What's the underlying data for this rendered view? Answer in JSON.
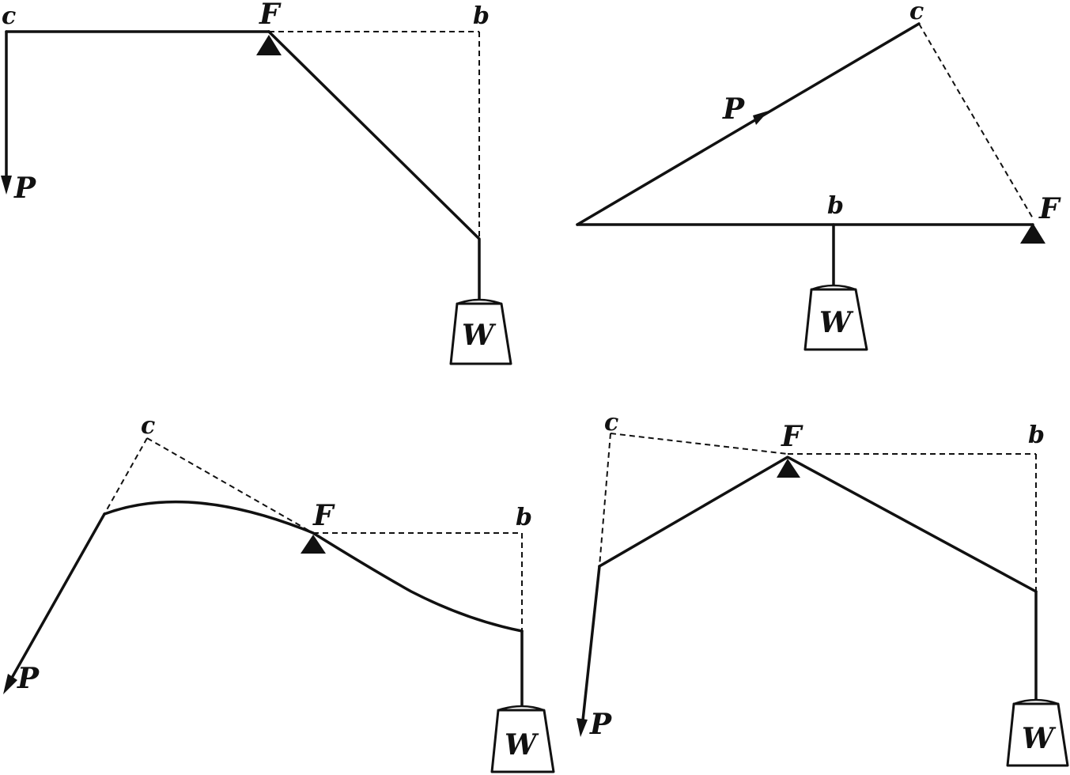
{
  "diagrams": [
    {
      "labels": {
        "c": "c",
        "F": "F",
        "b": "b",
        "P": "P",
        "W": "W"
      }
    },
    {
      "labels": {
        "c": "c",
        "F": "F",
        "b": "b",
        "P": "P",
        "W": "W"
      }
    },
    {
      "labels": {
        "c": "c",
        "F": "F",
        "b": "b",
        "P": "P",
        "W": "W"
      }
    },
    {
      "labels": {
        "c": "c",
        "F": "F",
        "b": "b",
        "P": "P",
        "W": "W"
      }
    }
  ]
}
